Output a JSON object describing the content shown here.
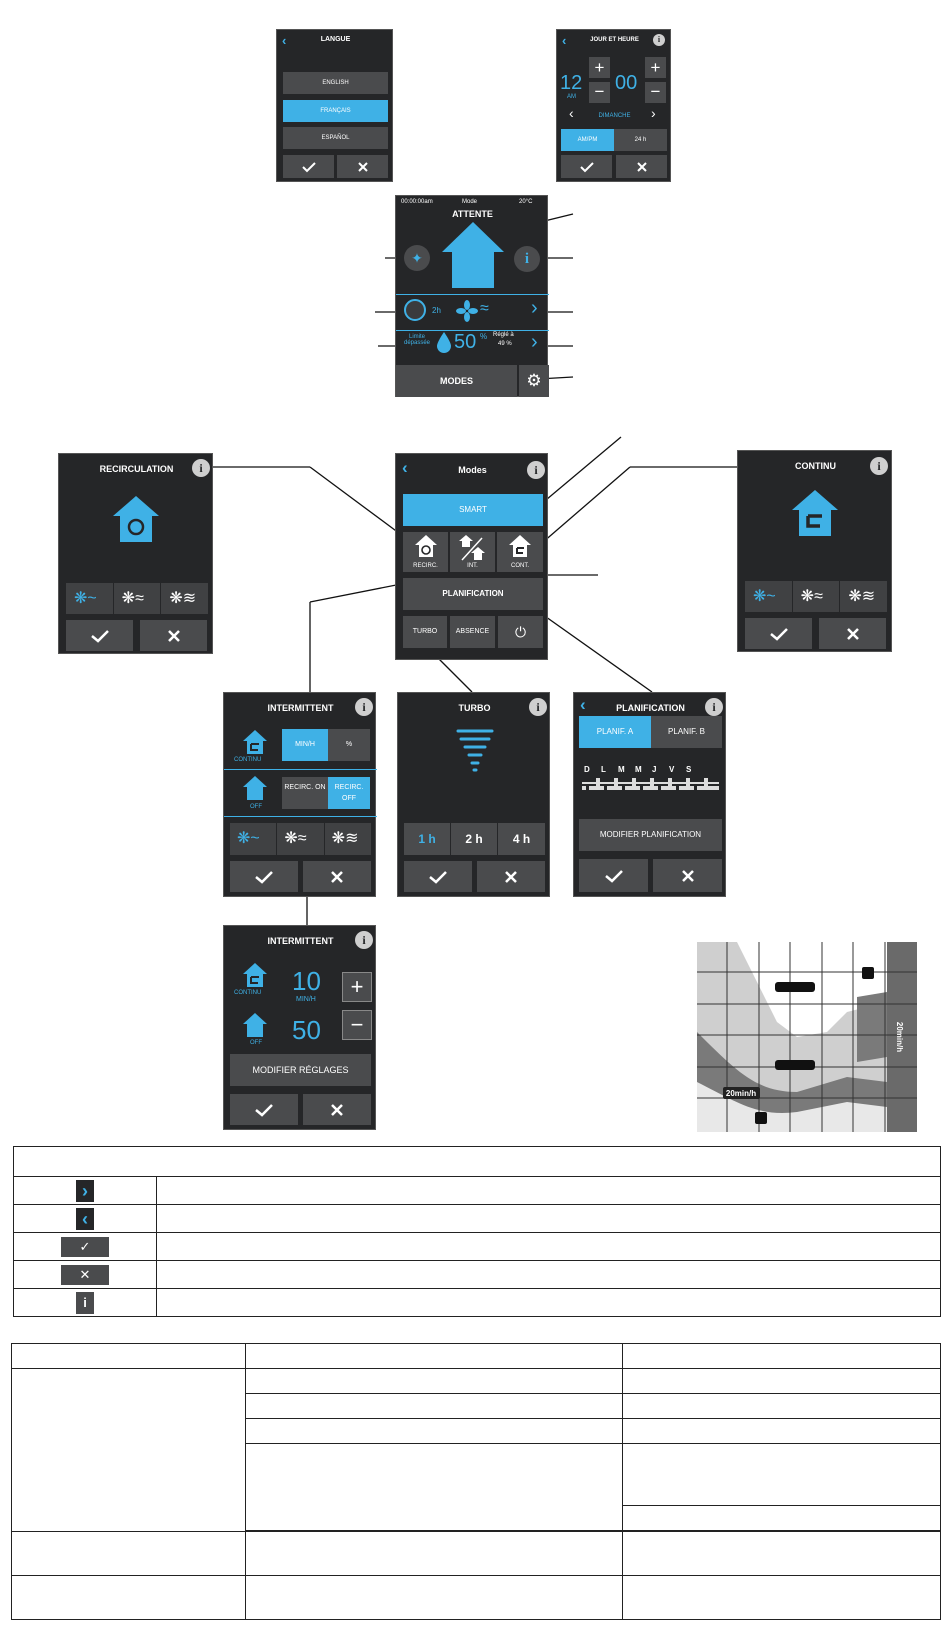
{
  "langue": {
    "title": "LANGUE",
    "options": [
      "ENGLISH",
      "FRANÇAIS",
      "ESPAÑOL"
    ],
    "selected": "FRANÇAIS"
  },
  "jour": {
    "title": "JOUR ET HEURE",
    "hour": "12",
    "minute": "00",
    "ampm": "AM",
    "day": "DIMANCHE",
    "format_a": "AM/PM",
    "format_b": "24 h"
  },
  "main": {
    "time": "00:00:00am",
    "mode_label": "Mode",
    "temp": "20°C",
    "mode": "ATTENTE",
    "timer": "2h",
    "limit_label": "Limite dépassée",
    "humidity": "50",
    "humidity_unit": "%",
    "set_label": "Réglé à",
    "set_value": "49 %",
    "modes_button": "MODES"
  },
  "modes": {
    "title": "Modes",
    "smart": "SMART",
    "recirc": "RECIRC.",
    "int": "INT.",
    "cont": "CONT.",
    "planification": "PLANIFICATION",
    "turbo": "TURBO",
    "absence": "ABSENCE"
  },
  "recirculation": {
    "title": "RECIRCULATION"
  },
  "continu": {
    "title": "CONTINU"
  },
  "intermittent1": {
    "title": "INTERMITTENT",
    "continu_label": "CONTINU",
    "off_label": "OFF",
    "min_h": "MIN/H",
    "percent": "%",
    "recirc_on": "RECIRC. ON",
    "recirc_off": "RECIRC. OFF"
  },
  "turbo": {
    "title": "TURBO",
    "options": [
      "1 h",
      "2 h",
      "4 h"
    ]
  },
  "planification": {
    "title": "PLANIFICATION",
    "planif_a": "PLANIF. A",
    "planif_b": "PLANIF. B",
    "days": [
      "D",
      "L",
      "M",
      "M",
      "J",
      "V",
      "S"
    ],
    "modify": "MODIFIER PLANIFICATION"
  },
  "intermittent2": {
    "title": "INTERMITTENT",
    "continu_label": "CONTINU",
    "off_label": "OFF",
    "value1": "10",
    "unit1": "MIN/H",
    "value2": "50",
    "modify": "MODIFIER RÉGLAGES"
  },
  "map": {
    "label_bottom": "20min/h",
    "label_right": "20min/h"
  },
  "colors": {
    "accent": "#3fb1e6",
    "screen_bg": "#252628",
    "button": "#4a4b4d"
  }
}
